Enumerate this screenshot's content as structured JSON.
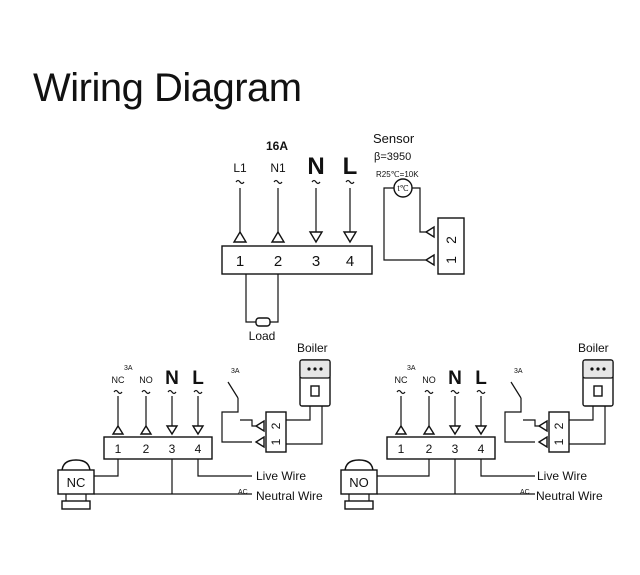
{
  "title": "Wiring Diagram",
  "top_unit": {
    "rating": "16A",
    "inputs": [
      "L1",
      "N1",
      "N",
      "L"
    ],
    "terminals": [
      "1",
      "2",
      "3",
      "4"
    ],
    "load_label": "Load",
    "sensor": {
      "label": "Sensor",
      "beta": "β=3950",
      "r25": "R25℃=10K",
      "probe": "t℃",
      "terminals": [
        "1",
        "2"
      ]
    }
  },
  "left_unit": {
    "contact_labels": [
      "NC",
      "NO",
      "N",
      "L"
    ],
    "rating_contacts": "3A",
    "rating_relay": "3A",
    "terminals": [
      "1",
      "2",
      "3",
      "4"
    ],
    "boiler_label": "Boiler",
    "boiler_terminals": [
      "1",
      "2"
    ],
    "valve_label": "NC",
    "live_wire": "Live Wire",
    "neutral_wire": "Neutral Wire",
    "ac_label": "AC"
  },
  "right_unit": {
    "contact_labels": [
      "NC",
      "NO",
      "N",
      "L"
    ],
    "rating_contacts": "3A",
    "rating_relay": "3A",
    "terminals": [
      "1",
      "2",
      "3",
      "4"
    ],
    "boiler_label": "Boiler",
    "boiler_terminals": [
      "1",
      "2"
    ],
    "valve_label": "NO",
    "live_wire": "Live Wire",
    "neutral_wire": "Neutral Wire",
    "ac_label": "AC"
  }
}
